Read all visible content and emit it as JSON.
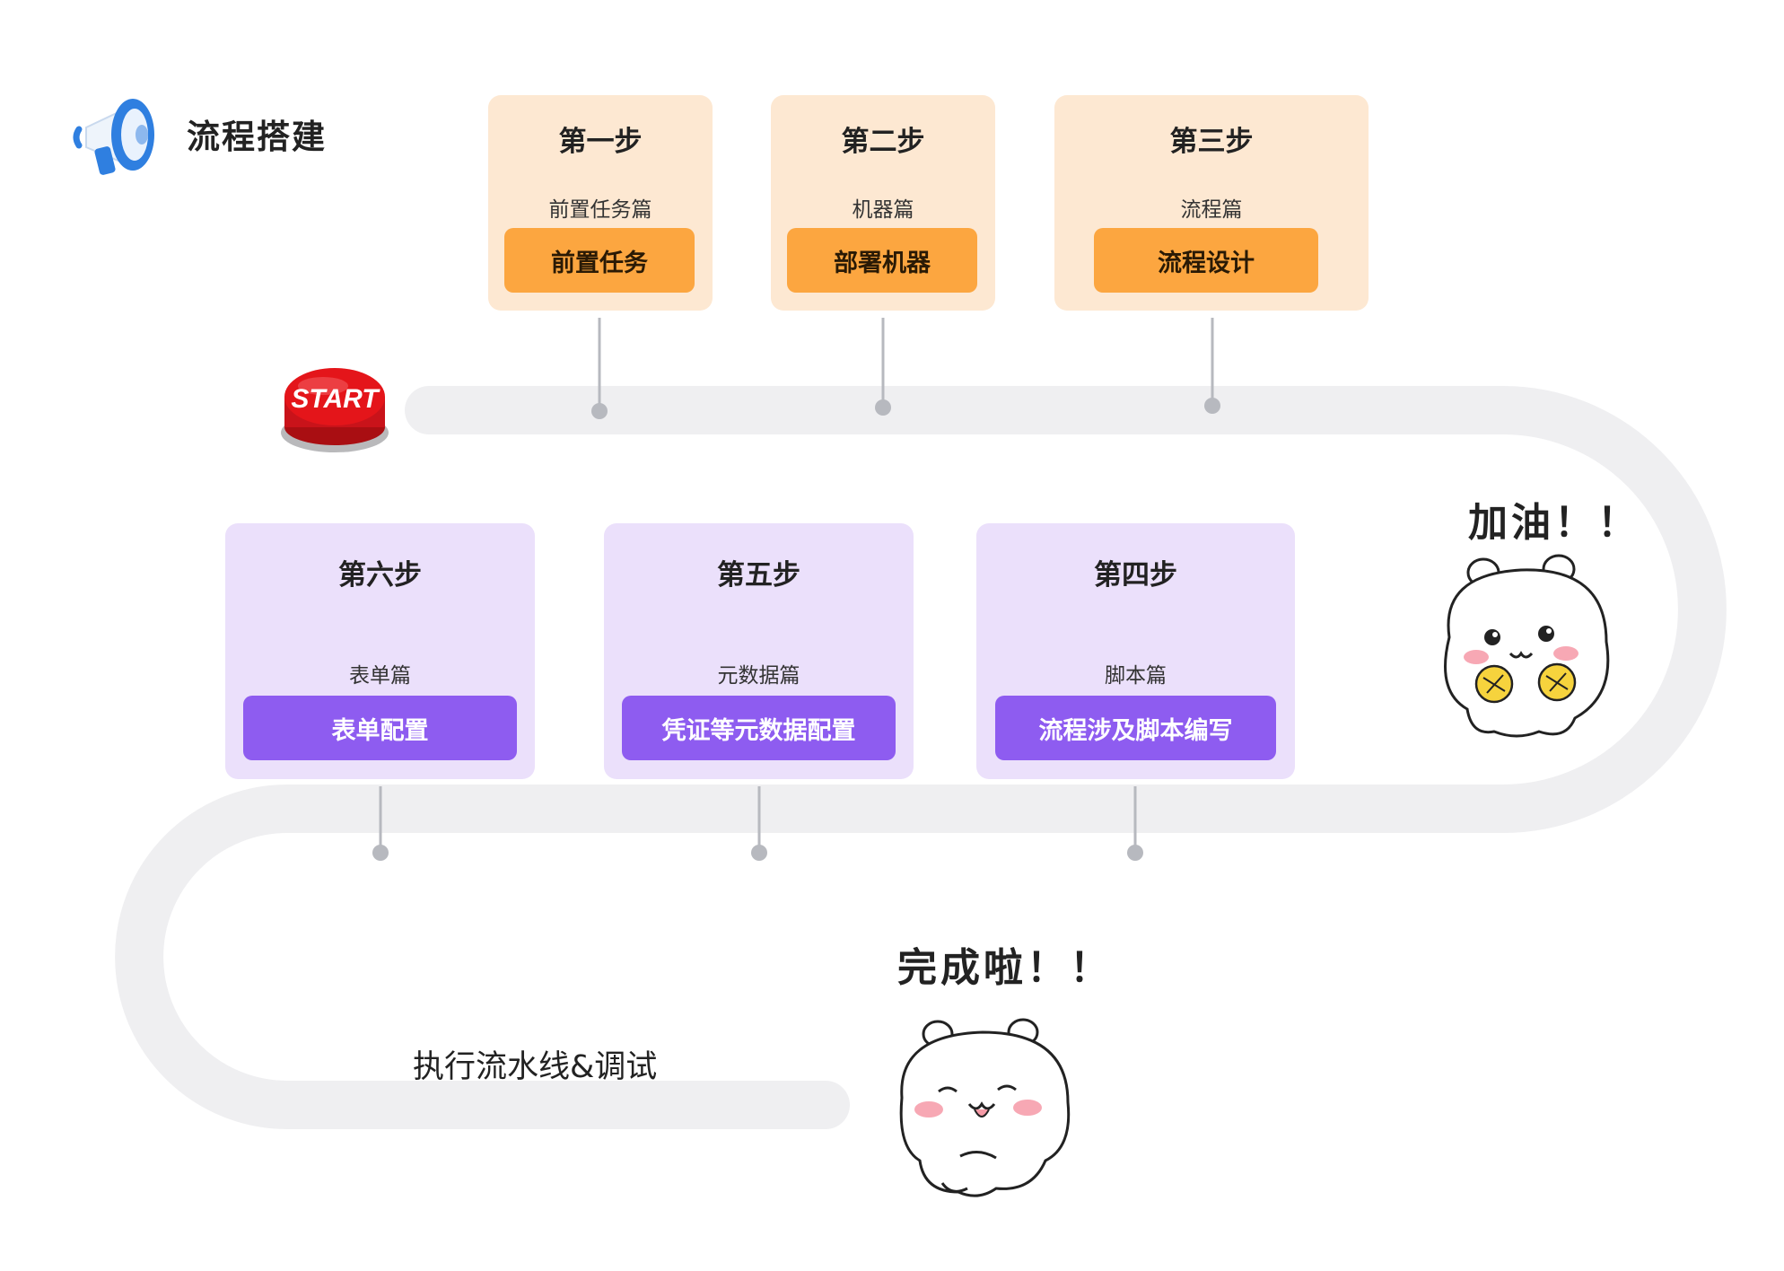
{
  "header": {
    "title": "流程搭建",
    "icon": "megaphone-icon"
  },
  "start_button": {
    "label": "START",
    "color": "#e4151a"
  },
  "steps_top": [
    {
      "step": "第一步",
      "subtitle": "前置任务篇",
      "button": "前置任务"
    },
    {
      "step": "第二步",
      "subtitle": "机器篇",
      "button": "部署机器"
    },
    {
      "step": "第三步",
      "subtitle": "流程篇",
      "button": "流程设计"
    }
  ],
  "steps_bottom": [
    {
      "step": "第六步",
      "subtitle": "表单篇",
      "button": "表单配置"
    },
    {
      "step": "第五步",
      "subtitle": "元数据篇",
      "button": "凭证等元数据配置"
    },
    {
      "step": "第四步",
      "subtitle": "脚本篇",
      "button": "流程涉及脚本编写"
    }
  ],
  "cheer_text": "加油！！",
  "done_text": "完成啦！！",
  "pipeline_label": "执行流水线&调试",
  "colors": {
    "orange_card": "#fde8d2",
    "orange_button": "#fca640",
    "purple_card": "#ebe0fb",
    "purple_button": "#8e5cf0",
    "road": "#efeff1",
    "connector": "#b7b9bf"
  }
}
